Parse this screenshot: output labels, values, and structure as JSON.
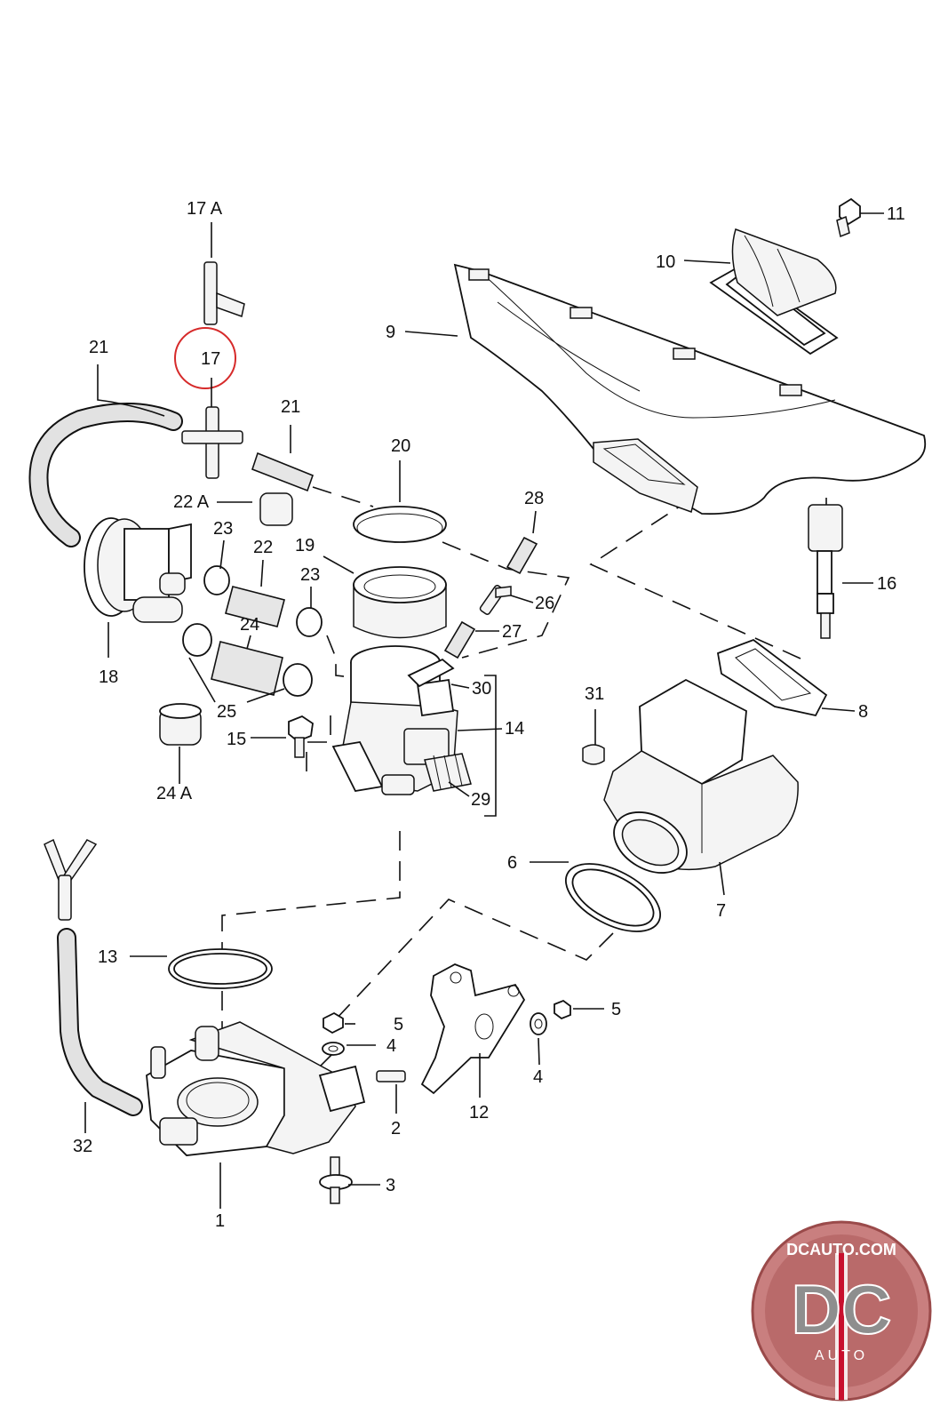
{
  "labels": {
    "l1": "1",
    "l2": "2",
    "l3": "3",
    "l4a": "4",
    "l4b": "4",
    "l5a": "5",
    "l5b": "5",
    "l6": "6",
    "l7": "7",
    "l8": "8",
    "l9": "9",
    "l10": "10",
    "l11": "11",
    "l12": "12",
    "l13": "13",
    "l14": "14",
    "l15": "15",
    "l16": "16",
    "l17": "17",
    "l17a": "17 A",
    "l18": "18",
    "l19": "19",
    "l20": "20",
    "l21a": "21",
    "l21b": "21",
    "l22": "22",
    "l22a": "22 A",
    "l23a": "23",
    "l23b": "23",
    "l24": "24",
    "l24a": "24 A",
    "l25": "25",
    "l26": "26",
    "l27": "27",
    "l28": "28",
    "l29": "29",
    "l30": "30",
    "l31": "31",
    "l32": "32"
  },
  "highlight": {
    "part": "17",
    "color": "#d62a2a"
  },
  "logo": {
    "top_text": "DCAUTO.COM",
    "letters": "DC",
    "bottom_text": "AUTO",
    "ring_color": "#c97f7f",
    "red_stripe": "#c8102e"
  }
}
